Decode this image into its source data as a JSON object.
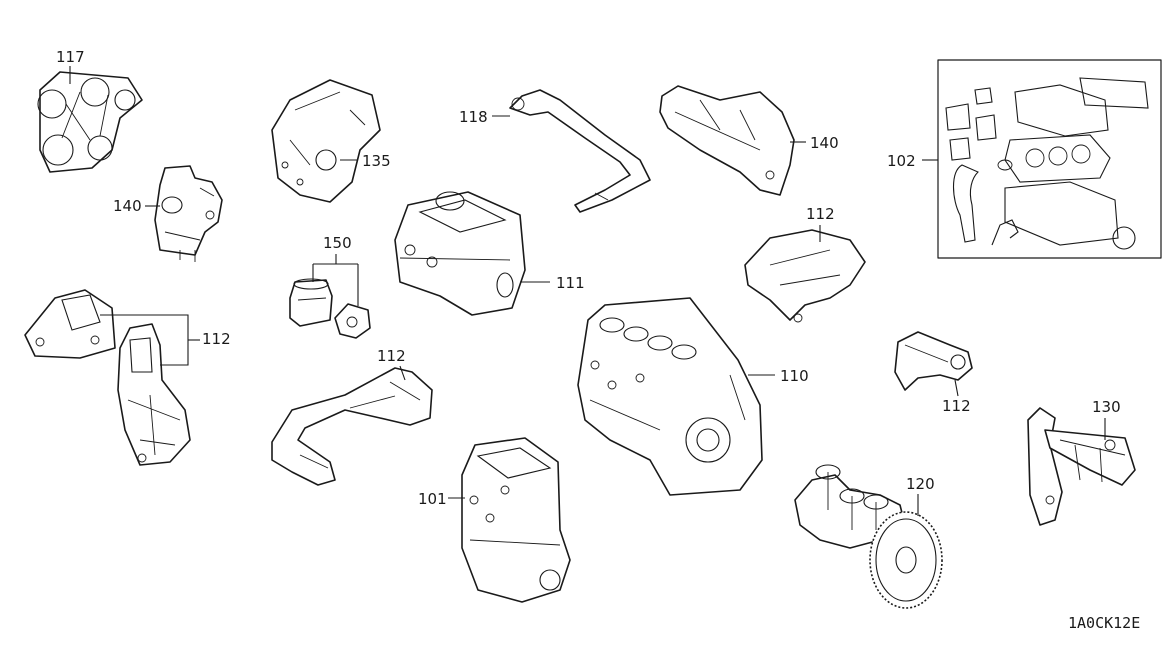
{
  "callouts": {
    "c117": "117",
    "c140a": "140",
    "c112a": "112",
    "c135": "135",
    "c150": "150",
    "c112b": "112",
    "c118": "118",
    "c111": "111",
    "c101": "101",
    "c140b": "140",
    "c112c": "112",
    "c110": "110",
    "c102": "102",
    "c112d": "112",
    "c120": "120",
    "c130": "130"
  },
  "drawing_code": "1A0CK12E",
  "colors": {
    "ink": "#1a1a1a",
    "background": "#ffffff"
  }
}
